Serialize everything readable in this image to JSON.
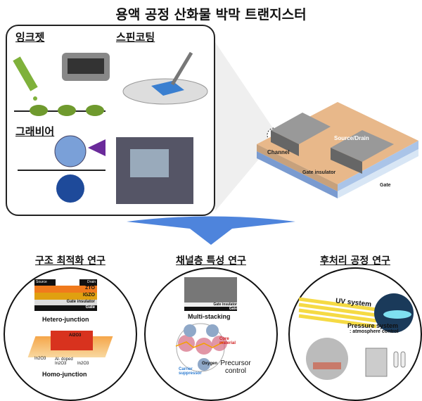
{
  "title": "용액 공정 산화물 박막 트랜지스터",
  "processes": {
    "inkjet": "잉크젯",
    "spin": "스핀코팅",
    "gravure": "그래비어"
  },
  "device": {
    "source_drain": "Source/Drain",
    "channel": "Channel",
    "gate_insulator": "Gate insulator",
    "gate": "Gate"
  },
  "sections": [
    {
      "heading": "구조 최적화 연구",
      "stack": {
        "source": "Source",
        "drain": "Drain",
        "layers": [
          "ZTO",
          "IGZO",
          "Gate insulator",
          "Gate"
        ]
      },
      "caption1": "Hetero-junction",
      "homo": {
        "top": "Al2O3",
        "left": "In2O3",
        "middle": "Al- doped In2O3",
        "right": "In2O3"
      },
      "caption2": "Homo-junction"
    },
    {
      "heading": "채널층 특성 연구",
      "stack": {
        "gi": "Gate insulator",
        "gate": "Gate"
      },
      "caption1": "Multi-stacking",
      "core": "Core material",
      "oxygen": "Oxygen",
      "carrier": "Carrier suppressor",
      "caption2": "Precursor control"
    },
    {
      "heading": "후처리 공정 연구",
      "uv": "UV system",
      "pressure": "Pressure system",
      "pressure_sub": ": atmosphere control"
    }
  ],
  "colors": {
    "zto": "#f07a1c",
    "igzo": "#e0a010",
    "arrow": "#2f6fd6",
    "uv": "#f5d630"
  }
}
